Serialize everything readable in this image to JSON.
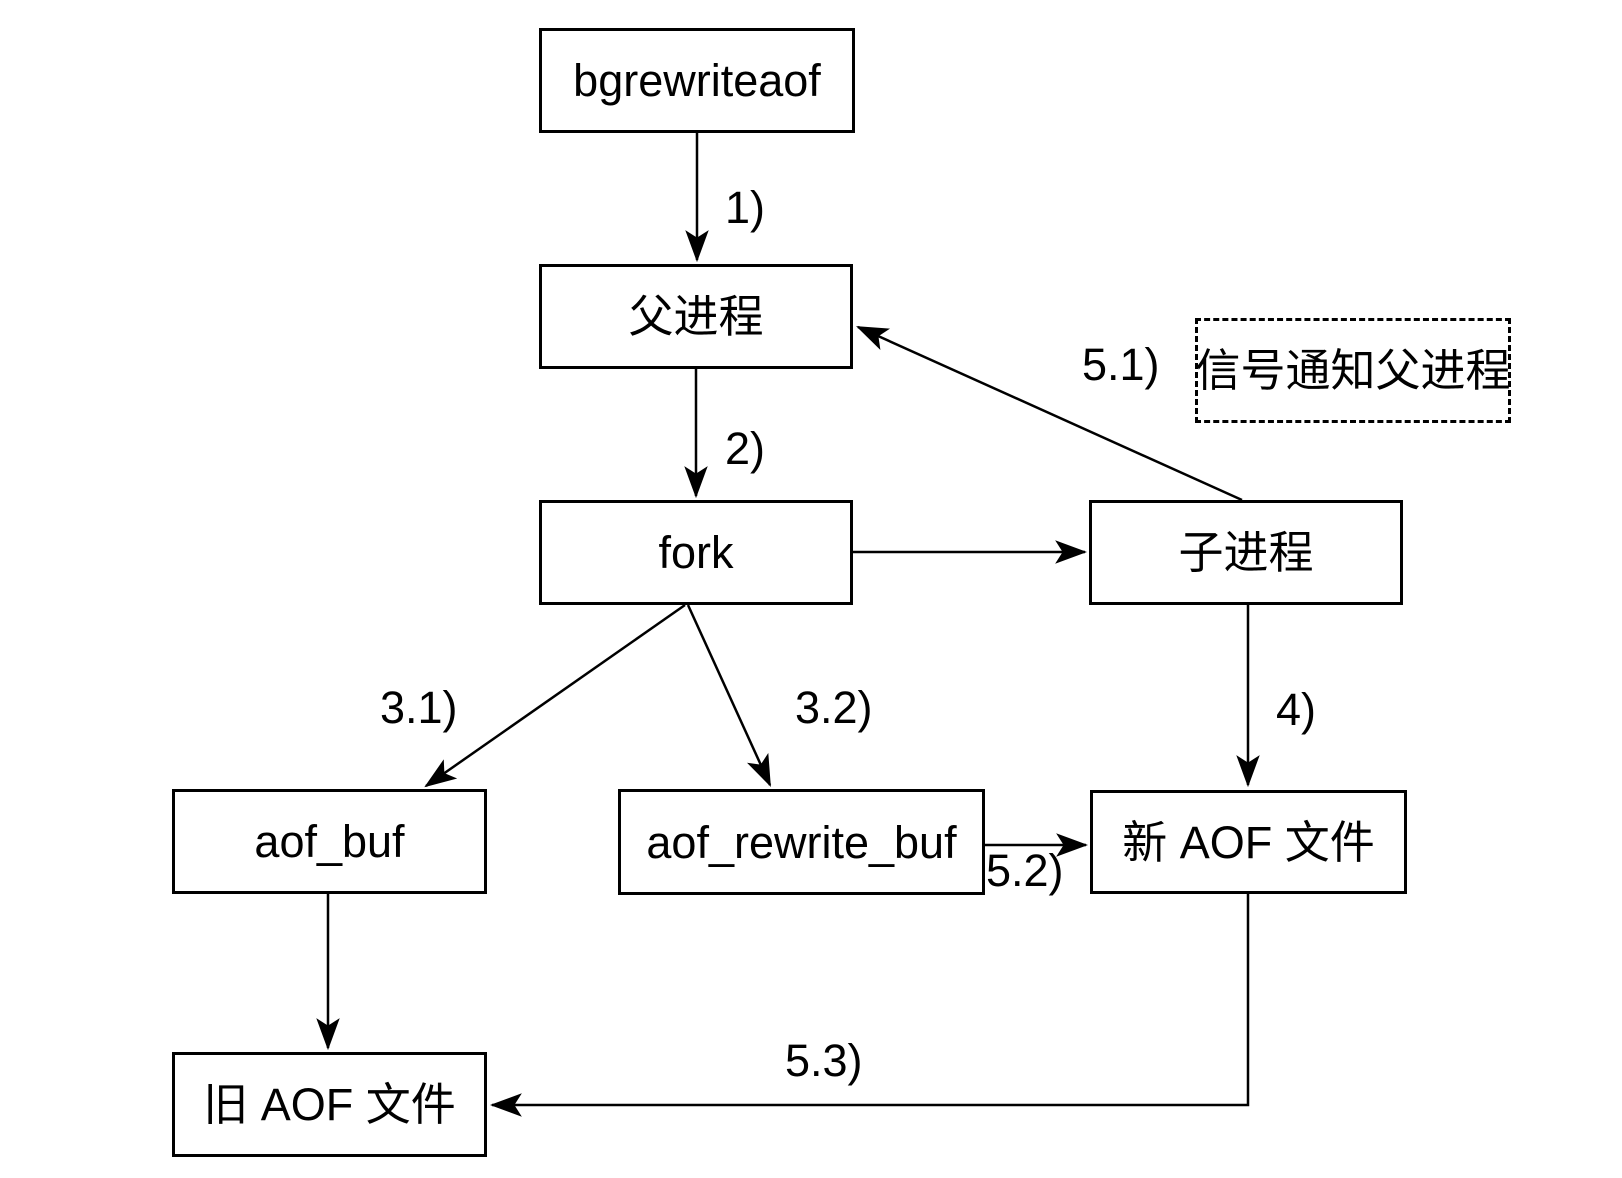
{
  "diagram": {
    "nodes": {
      "bgrewriteaof": "bgrewriteaof",
      "parent_process": "父进程",
      "fork": "fork",
      "child_process": "子进程",
      "aof_buf": "aof_buf",
      "aof_rewrite_buf": "aof_rewrite_buf",
      "new_aof_file": "新 AOF 文件",
      "old_aof_file": "旧 AOF 文件",
      "signal_note": "信号通知父进程"
    },
    "edge_labels": {
      "step_1": "1)",
      "step_2": "2)",
      "step_3_1": "3.1)",
      "step_3_2": "3.2)",
      "step_4": "4)",
      "step_5_1": "5.1)",
      "step_5_2": "5.2)",
      "step_5_3": "5.3)"
    },
    "colors": {
      "line": "#000000",
      "background": "#ffffff",
      "node_fill": "#ffffff",
      "text": "#000000"
    }
  }
}
